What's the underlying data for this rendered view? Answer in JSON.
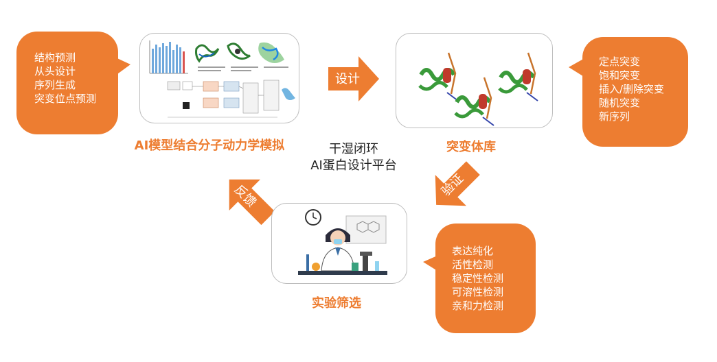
{
  "center": {
    "line1": "干湿闭环",
    "line2": "AI蛋白设计平台"
  },
  "stages": {
    "ai": {
      "label": "AI模型结合分子动力学模拟"
    },
    "library": {
      "label": "突变体库"
    },
    "experiment": {
      "label": "实验筛选"
    }
  },
  "bubbles": {
    "ai": [
      "结构预测",
      "从头设计",
      "序列生成",
      "突变位点预测"
    ],
    "library": [
      "定点突变",
      "饱和突变",
      "插入/删除突变",
      "随机突变",
      "新序列"
    ],
    "experiment": [
      "表达纯化",
      "活性检测",
      "稳定性检测",
      "可溶性检测",
      "亲和力检测"
    ]
  },
  "arrows": {
    "design": "设计",
    "verify": "验证",
    "feedback": "反馈"
  },
  "colors": {
    "accent": "#ED7D31",
    "frame": "#BDBDBD",
    "protein": "#3A9A3A",
    "helix_red": "#C0392B"
  }
}
